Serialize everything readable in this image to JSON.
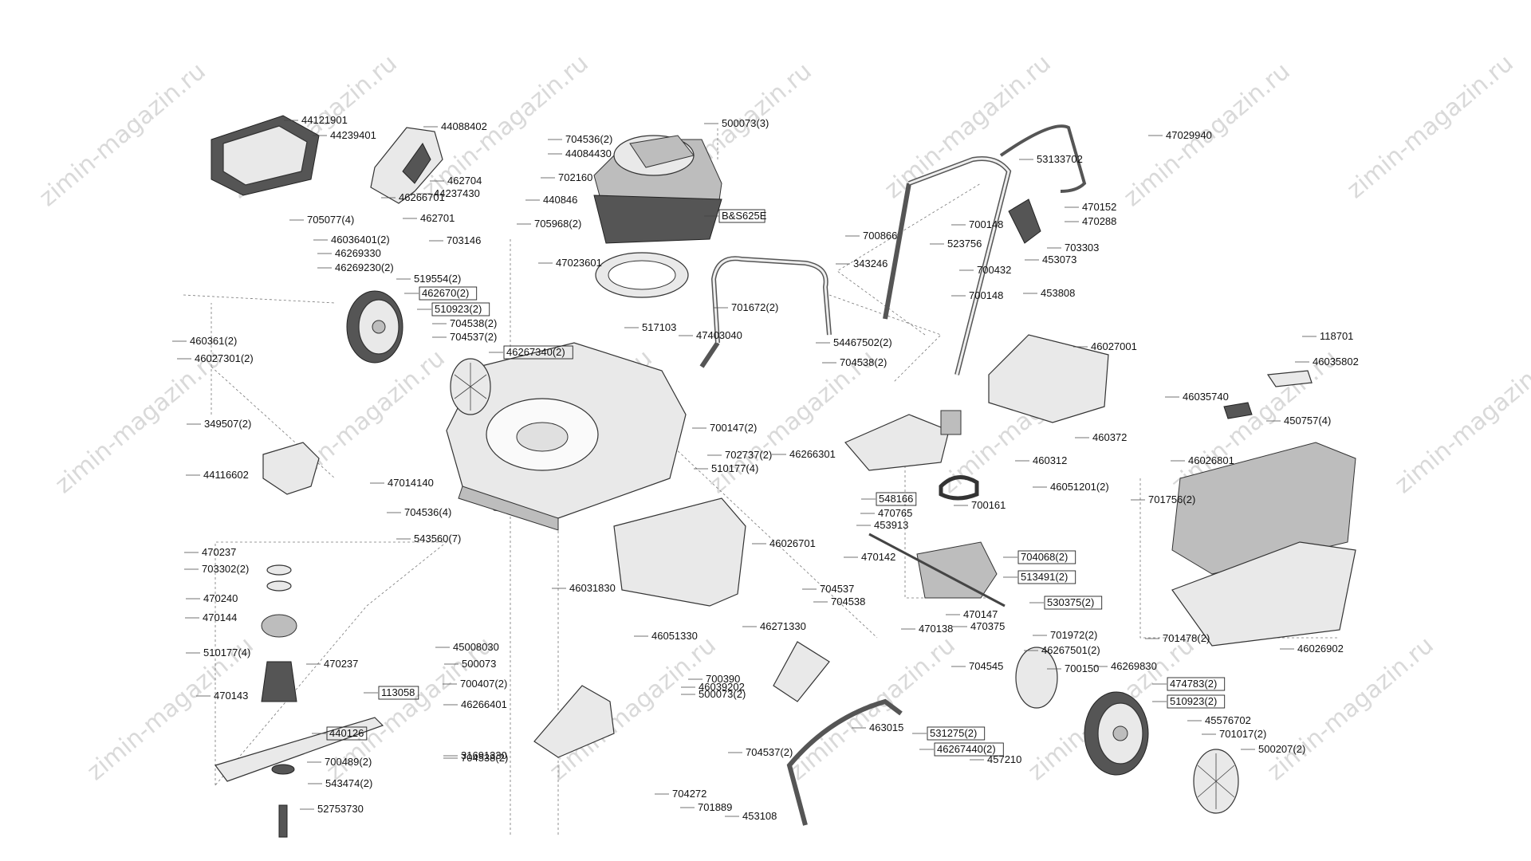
{
  "watermark": "zimin-magazin.ru",
  "parts": [
    "44121901",
    "44239401",
    "44088402",
    "704536(2)",
    "44084430",
    "500073(3)",
    "47029940",
    "53133702",
    "462704",
    "702160",
    "44237430",
    "440846",
    "46266701",
    "705077(4)",
    "462701",
    "705968(2)",
    "703146",
    "B&S625E",
    "47023601",
    "470152",
    "470288",
    "700866",
    "700148",
    "523756",
    "703303",
    "343246",
    "700432",
    "453073",
    "700148",
    "453808",
    "46036401(2)",
    "46269330",
    "46269230(2)",
    "519554(2)",
    "462670(2)",
    "510923(2)",
    "704538(2)",
    "704537(2)",
    "46267340(2)",
    "460361(2)",
    "46027301(2)",
    "517103",
    "701672(2)",
    "47403040",
    "54467502(2)",
    "704538(2)",
    "46027001",
    "118701",
    "46035802",
    "46035740",
    "450757(4)",
    "349507(2)",
    "700147(2)",
    "702737(2)",
    "510177(4)",
    "46266301",
    "460372",
    "44116602",
    "47014140",
    "46026801",
    "460312",
    "46051201(2)",
    "704536(4)",
    "543560(7)",
    "548166",
    "700161",
    "470765",
    "453913",
    "701756(2)",
    "46026701",
    "470142",
    "704068(2)",
    "513491(2)",
    "470237",
    "703302(2)",
    "46031830",
    "704537",
    "704538",
    "530375(2)",
    "470240",
    "470147",
    "470144",
    "46271330",
    "470138",
    "470375",
    "701478(2)",
    "45008030",
    "46051330",
    "701972(2)",
    "500073",
    "46267501(2)",
    "46026902",
    "510177(4)",
    "470237",
    "700390",
    "46039202",
    "700150",
    "46269830",
    "700407(2)",
    "500073(2)",
    "704545",
    "470143",
    "113058",
    "474783(2)",
    "46266401",
    "440126",
    "463015",
    "531275(2)",
    "510923(2)",
    "704538(2)",
    "45576702",
    "704537(2)",
    "701017(2)",
    "46267440(2)",
    "500207(2)",
    "31691330",
    "700489(2)",
    "457210",
    "543474(2)",
    "704272",
    "701889",
    "453108",
    "52753730"
  ]
}
